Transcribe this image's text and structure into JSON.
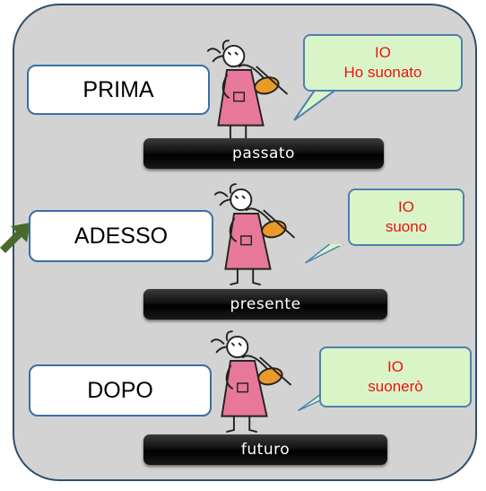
{
  "rows": [
    {
      "time_label": "PRIMA",
      "bubble_line1": "IO",
      "bubble_line2": "Ho suonato",
      "tense": "passato"
    },
    {
      "time_label": "ADESSO",
      "bubble_line1": "IO",
      "bubble_line2": "suono",
      "tense": "presente"
    },
    {
      "time_label": "DOPO",
      "bubble_line1": "IO",
      "bubble_line2": "suonerò",
      "tense": "futuro"
    }
  ],
  "colors": {
    "panel": "#d3d3d3",
    "bubble_fill": "#d9f5c8",
    "bubble_text": "#ee1111",
    "arrow": "#4a6a2a",
    "dress": "#e8789a"
  },
  "icons": [
    "girl-playing-violin-icon",
    "arrow-right-icon",
    "speech-bubble-icon"
  ]
}
